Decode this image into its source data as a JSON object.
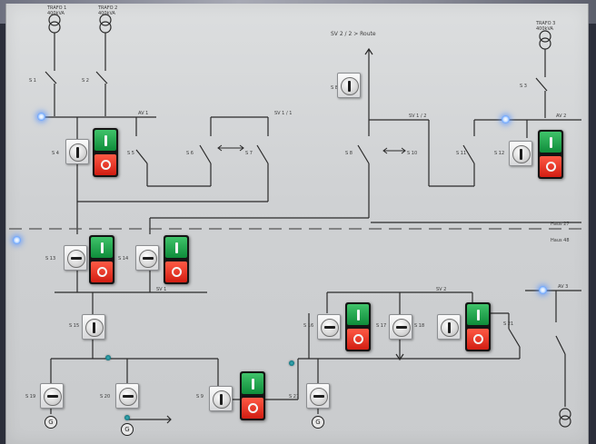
{
  "labels": {
    "trafo1_name": "TRAFO 1",
    "trafo1_rating": "400kVA",
    "trafo2_name": "TRAFO 2",
    "trafo2_rating": "400kVA",
    "trafo3_name": "TRAFO 3",
    "trafo3_rating": "400kVA",
    "sv_route": "SV 2 / 2 > Route",
    "s1": "S 1",
    "s2": "S 2",
    "s3": "S 3",
    "s4": "S 4",
    "s5": "S 5",
    "s6": "S 6",
    "s7": "S 7",
    "s8": "S 8",
    "s8i": "S 8i",
    "s9": "S 9",
    "s10": "S 10",
    "s11": "S 11",
    "s12": "S 12",
    "s13": "S 13",
    "s14": "S 14",
    "s15": "S 15",
    "s16": "S 16",
    "s17": "S 17",
    "s18": "S 18",
    "s19": "S 19",
    "s20": "S 20",
    "s21": "S 21",
    "av1": "AV 1",
    "av2": "AV 2",
    "av3": "AV 3",
    "sv1_1": "SV 1 / 1",
    "sv1_2": "SV 1 / 2",
    "sv1": "SV 1",
    "sv2": "SV 2",
    "haus27": "Haus 27",
    "haus48": "Haus 48",
    "motor": "G"
  },
  "colors": {
    "on_button": "#1fa84c",
    "off_button": "#e0271c",
    "indicator": "#5b9bff"
  }
}
